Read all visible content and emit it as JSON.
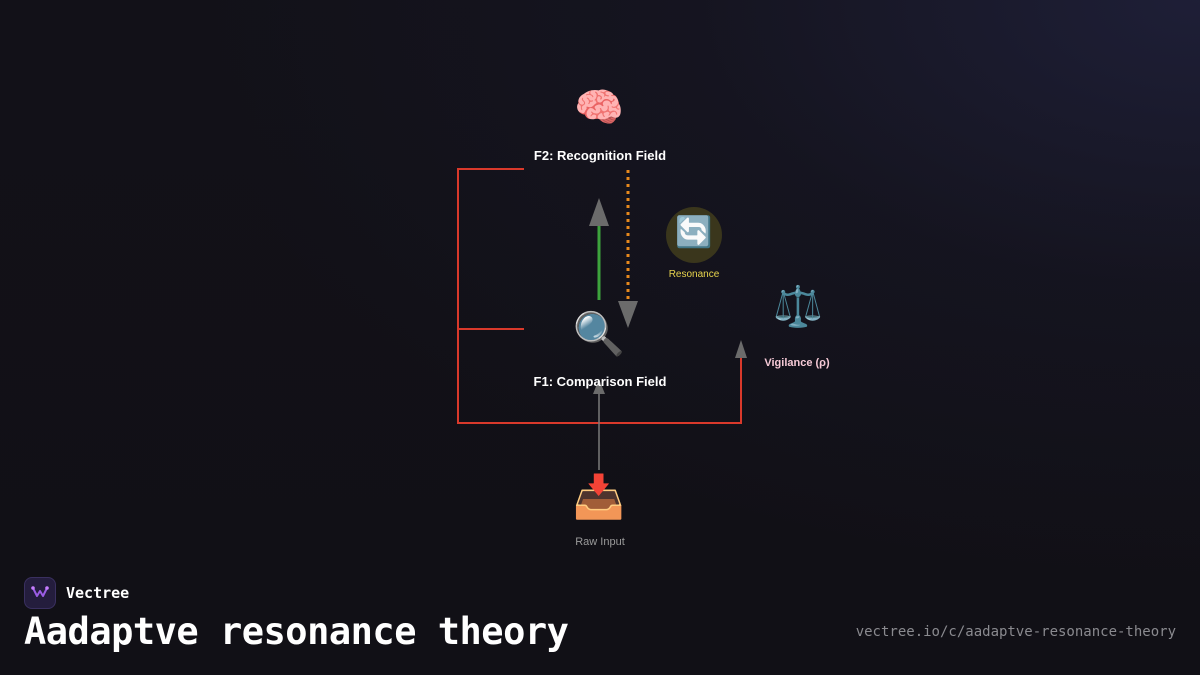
{
  "diagram": {
    "nodes": {
      "f2": {
        "icon": "🧠",
        "icon_name": "brain-icon",
        "label": "F2: Recognition Field"
      },
      "f1": {
        "icon": "🔍",
        "icon_name": "magnifier-icon",
        "label": "F1: Comparison Field"
      },
      "input": {
        "icon": "📥",
        "icon_name": "inbox-tray-icon",
        "label": "Raw Input"
      },
      "resonance": {
        "icon": "🔄",
        "icon_name": "cycle-arrows-icon",
        "label": "Resonance"
      },
      "vigilance": {
        "icon": "⚖️",
        "icon_name": "balance-scale-icon",
        "label": "Vigilance (ρ)"
      }
    },
    "colors": {
      "bottom_up_arrow": "#3da33d",
      "top_down_arrow": "#e8891c",
      "control_lines": "#d9392b",
      "arrowheads": "#6b6b6b",
      "resonance_label": "#e8d44d",
      "vigilance_label": "#f5c9d6",
      "input_label": "#9a9a9a"
    }
  },
  "footer": {
    "brand_name": "Vectree",
    "title": "Aadaptve resonance theory",
    "url": "vectree.io/c/aadaptve-resonance-theory"
  }
}
